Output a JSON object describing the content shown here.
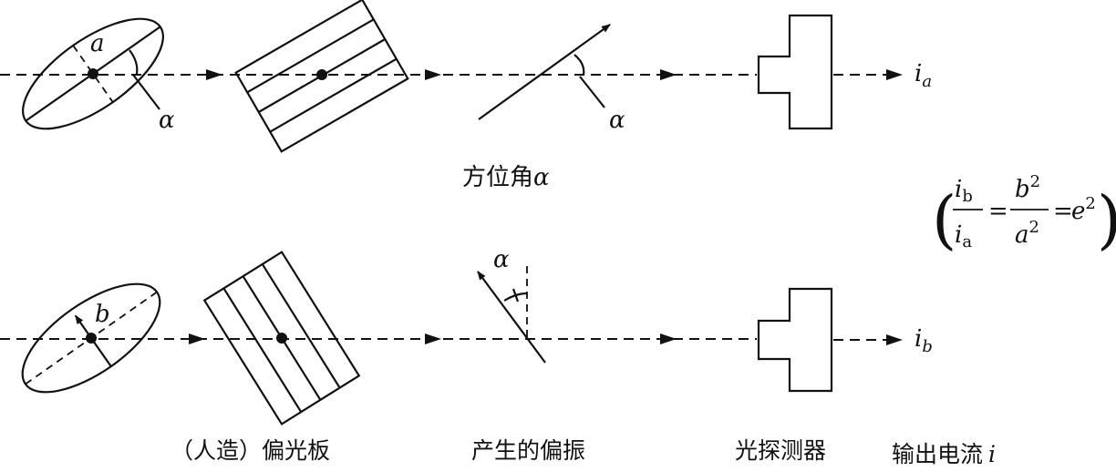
{
  "labels": {
    "top_major_axis": "a",
    "top_alpha_ellipse": "α",
    "top_alpha_polarization": "α",
    "top_output_subscript_base": "i",
    "top_output_subscript": "a",
    "azimuth_caption_cn": "方位角",
    "azimuth_caption_symbol": "α",
    "bottom_minor_axis": "b",
    "bottom_alpha_polarization": "α",
    "bottom_output_base": "i",
    "bottom_output_subscript": "b",
    "caption_polarizer": "（人造）偏光板",
    "caption_resulting_polarization": "产生的偏振",
    "caption_detector": "光探测器",
    "caption_output_current_cn": "输出电流",
    "caption_output_current_symbol": "i"
  },
  "formula": {
    "left_paren": "(",
    "right_paren": ")",
    "num1_base": "i",
    "num1_sub": "b",
    "den1_base": "i",
    "den1_sub": "a",
    "equals1": "=",
    "num2_base": "b",
    "num2_exp": "2",
    "den2_base": "a",
    "den2_exp": "2",
    "equals2": "=",
    "rhs_base": "e",
    "rhs_exp": "2"
  }
}
